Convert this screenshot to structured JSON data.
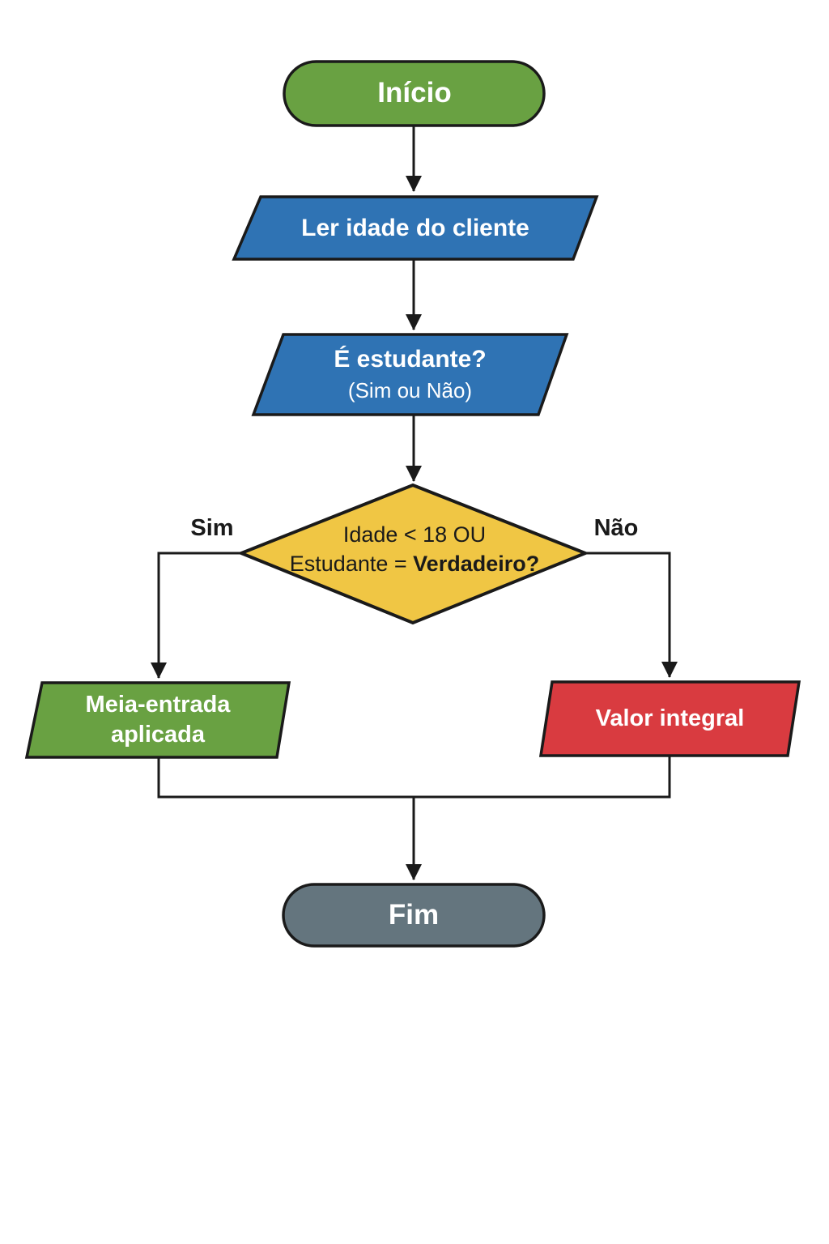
{
  "flowchart": {
    "start": {
      "label": "Início"
    },
    "read_age": {
      "label": "Ler idade do cliente"
    },
    "ask_student": {
      "line1": "É estudante?",
      "line2": "(Sim ou Não)"
    },
    "decision": {
      "line1": "Idade < 18 OU",
      "line2_prefix": "Estudante = ",
      "line2_bold": "Verdadeiro?"
    },
    "branches": {
      "yes": "Sim",
      "no": "Não"
    },
    "half_price": {
      "line1": "Meia-entrada",
      "line2": "aplicada"
    },
    "full_price": {
      "label": "Valor integral"
    },
    "end": {
      "label": "Fim"
    },
    "colors": {
      "start_fill": "#69A142",
      "io_fill": "#2F73B4",
      "decision_fill": "#F0C644",
      "half_fill": "#69A142",
      "full_fill": "#D93B40",
      "end_fill": "#64757E",
      "stroke": "#1A1A1A"
    }
  }
}
